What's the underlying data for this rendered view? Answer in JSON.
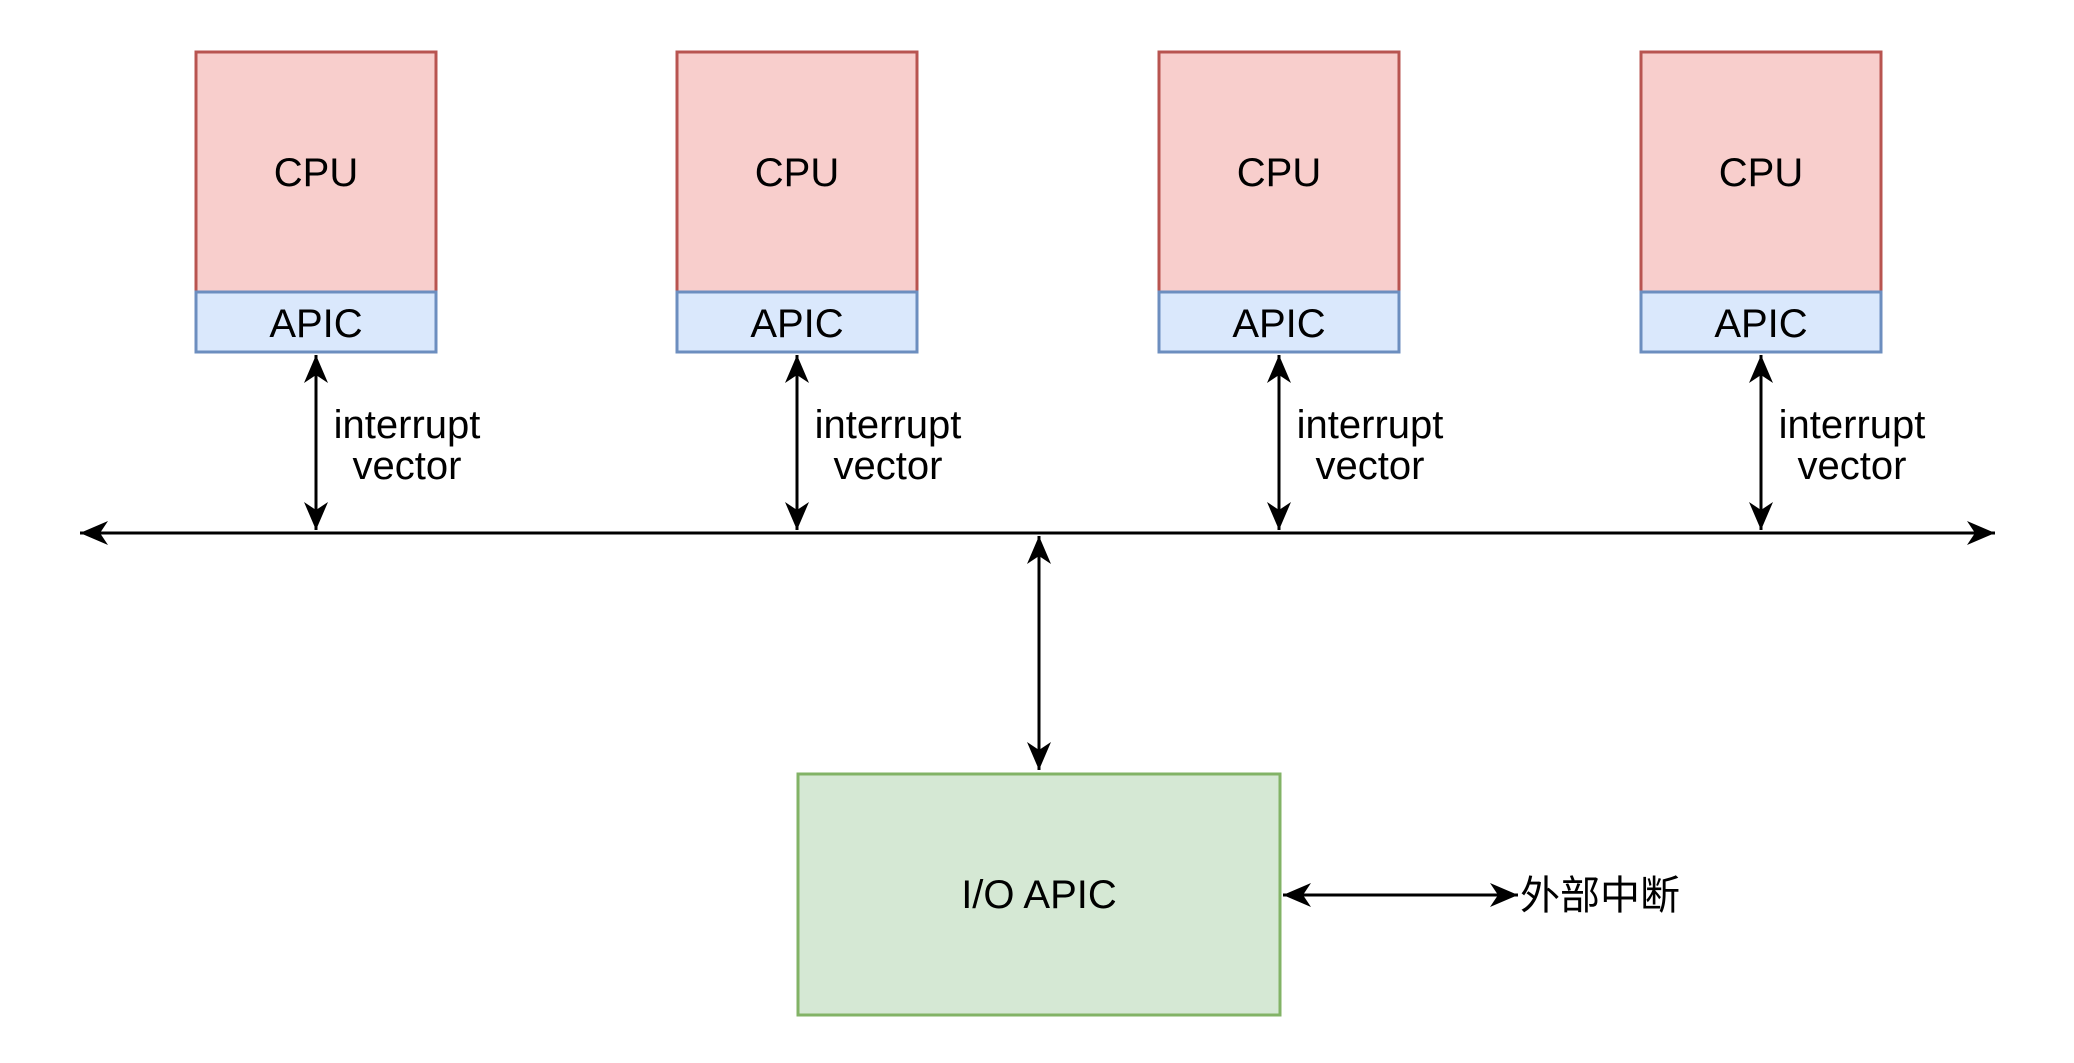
{
  "diagram": {
    "cpus": [
      {
        "cpu_label": "CPU",
        "apic_label": "APIC",
        "link_label_line1": "interrupt",
        "link_label_line2": "vector"
      },
      {
        "cpu_label": "CPU",
        "apic_label": "APIC",
        "link_label_line1": "interrupt",
        "link_label_line2": "vector"
      },
      {
        "cpu_label": "CPU",
        "apic_label": "APIC",
        "link_label_line1": "interrupt",
        "link_label_line2": "vector"
      },
      {
        "cpu_label": "CPU",
        "apic_label": "APIC",
        "link_label_line1": "interrupt",
        "link_label_line2": "vector"
      }
    ],
    "io_apic_label": "I/O APIC",
    "external_label": "外部中断"
  },
  "colors": {
    "cpu_fill": "#f8cecc",
    "cpu_stroke": "#b85450",
    "apic_fill": "#dae8fc",
    "apic_stroke": "#6c8ebf",
    "io_fill": "#d5e8d4",
    "io_stroke": "#82b366",
    "line": "#000000"
  }
}
